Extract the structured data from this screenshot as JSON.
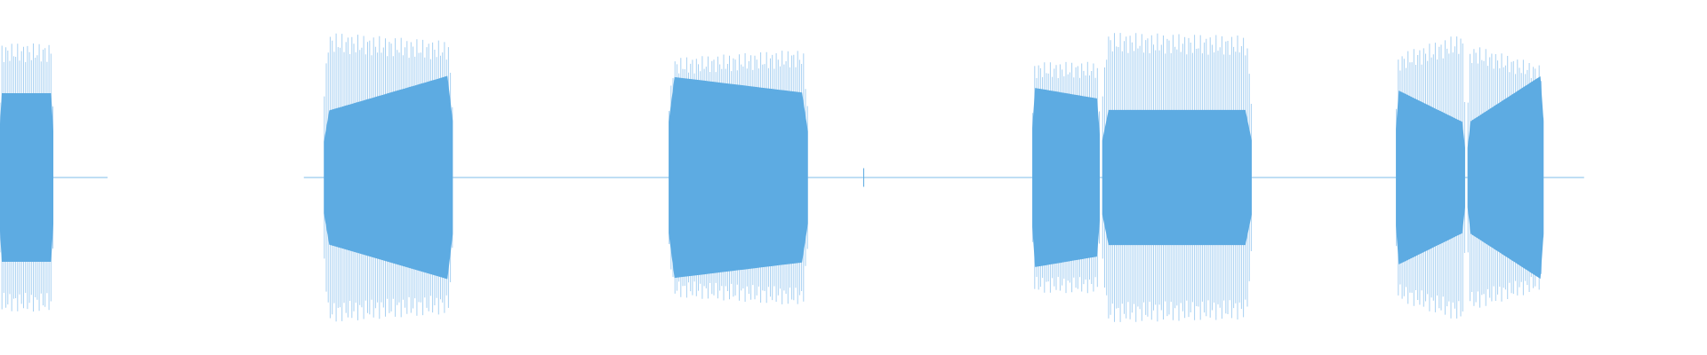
{
  "waveform": {
    "colors": {
      "background": "#ffffff",
      "peak": "#a9d1f2",
      "rms": "#5dabe2",
      "baseline": "#7fbde9"
    },
    "baseline_segments": [
      {
        "start": 0.0,
        "end": 0.063
      },
      {
        "start": 0.178,
        "end": 0.928
      }
    ],
    "bursts": [
      {
        "start": 0.0,
        "end": 0.031,
        "peak": [
          0.72,
          0.72
        ],
        "rms": [
          0.45,
          0.45
        ]
      },
      {
        "start": 0.19,
        "end": 0.265,
        "peak": [
          0.78,
          0.73
        ],
        "rms": [
          0.35,
          0.55
        ]
      },
      {
        "start": 0.392,
        "end": 0.473,
        "peak": [
          0.64,
          0.69
        ],
        "rms": [
          0.54,
          0.45
        ]
      },
      {
        "start": 0.605,
        "end": 0.644,
        "peak": [
          0.62,
          0.62
        ],
        "rms": [
          0.48,
          0.42
        ]
      },
      {
        "start": 0.646,
        "end": 0.733,
        "peak": [
          0.78,
          0.76
        ],
        "rms": [
          0.36,
          0.36
        ]
      },
      {
        "start": 0.818,
        "end": 0.858,
        "peak": [
          0.66,
          0.78
        ],
        "rms": [
          0.47,
          0.29
        ]
      },
      {
        "start": 0.86,
        "end": 0.904,
        "peak": [
          0.72,
          0.6
        ],
        "rms": [
          0.29,
          0.55
        ]
      }
    ],
    "ticks": [
      {
        "pos": 0.506,
        "amp": 0.05
      }
    ]
  }
}
